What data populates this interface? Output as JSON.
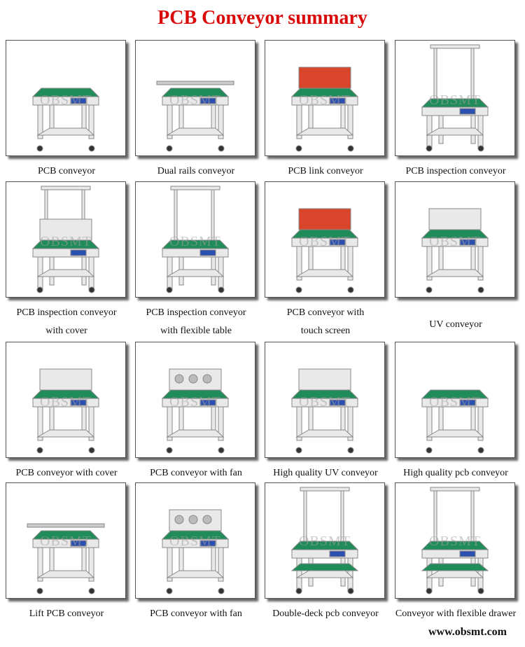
{
  "title": "PCB Conveyor summary",
  "watermark": "OBSMT",
  "website": "www.obsmt.com",
  "colors": {
    "title": "#d80a0a",
    "belt": "#1f8c5a",
    "frame": "#e9e9e9"
  },
  "rows": [
    [
      {
        "caption": [
          "PCB conveyor"
        ],
        "variant": "basic"
      },
      {
        "caption": [
          "Dual rails conveyor"
        ],
        "variant": "dual"
      },
      {
        "caption": [
          "PCB link conveyor"
        ],
        "variant": "link"
      },
      {
        "caption": [
          "PCB inspection conveyor"
        ],
        "variant": "inspect"
      }
    ],
    [
      {
        "caption": [
          "PCB inspection conveyor",
          "with cover"
        ],
        "variant": "inspect-cover"
      },
      {
        "caption": [
          "PCB inspection conveyor",
          "with flexible table"
        ],
        "variant": "inspect-flex"
      },
      {
        "caption": [
          "PCB conveyor with",
          "touch screen"
        ],
        "variant": "touch"
      },
      {
        "caption": [
          "UV conveyor"
        ],
        "variant": "uv"
      }
    ],
    [
      {
        "caption": [
          "PCB conveyor with cover"
        ],
        "variant": "cover"
      },
      {
        "caption": [
          "PCB conveyor with fan"
        ],
        "variant": "fan"
      },
      {
        "caption": [
          "High quality UV conveyor"
        ],
        "variant": "hquv"
      },
      {
        "caption": [
          "High quality pcb conveyor"
        ],
        "variant": "hqpcb"
      }
    ],
    [
      {
        "caption": [
          "Lift PCB conveyor"
        ],
        "variant": "lift"
      },
      {
        "caption": [
          "PCB conveyor with fan"
        ],
        "variant": "fan2"
      },
      {
        "caption": [
          "Double-deck pcb conveyor"
        ],
        "variant": "double"
      },
      {
        "caption": [
          "Conveyor with flexible drawer"
        ],
        "variant": "drawer"
      }
    ]
  ]
}
